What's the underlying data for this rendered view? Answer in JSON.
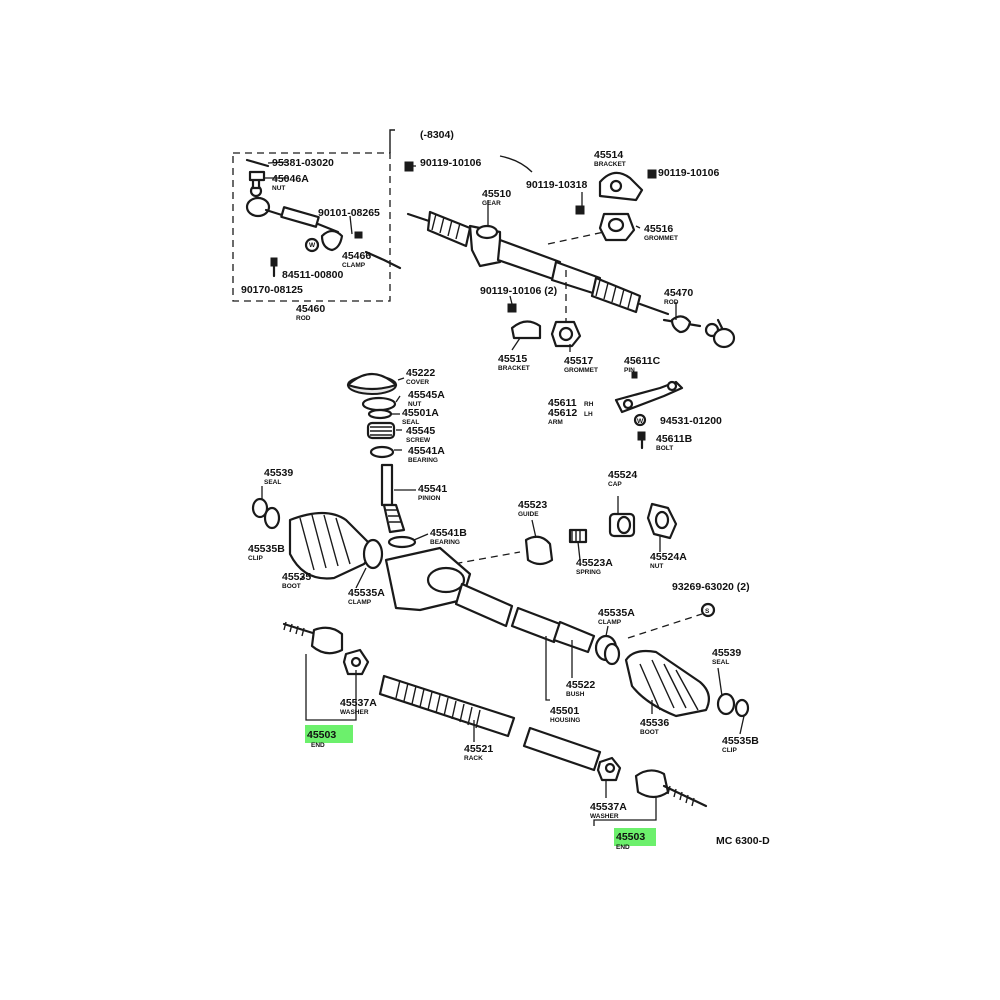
{
  "diagram": {
    "code": "MC 6300-D",
    "section_ref": "(-8304)",
    "highlight_color": "#6cf06c",
    "labels": [
      {
        "id": "l95381",
        "pn": "95381-03020",
        "nm": ""
      },
      {
        "id": "l45046A",
        "pn": "45046A",
        "nm": "NUT"
      },
      {
        "id": "l90101",
        "pn": "90101-08265",
        "nm": ""
      },
      {
        "id": "l45466",
        "pn": "45466",
        "nm": "CLAMP"
      },
      {
        "id": "l84511",
        "pn": "84511-00800",
        "nm": ""
      },
      {
        "id": "l90170",
        "pn": "90170-08125",
        "nm": ""
      },
      {
        "id": "l45460",
        "pn": "45460",
        "nm": "ROD"
      },
      {
        "id": "l90119a",
        "pn": "90119-10106",
        "nm": ""
      },
      {
        "id": "l45510",
        "pn": "45510",
        "nm": "GEAR"
      },
      {
        "id": "l45514",
        "pn": "45514",
        "nm": "BRACKET"
      },
      {
        "id": "l90119b",
        "pn": "90119-10106",
        "nm": ""
      },
      {
        "id": "l90119c",
        "pn": "90119-10318",
        "nm": ""
      },
      {
        "id": "l45516",
        "pn": "45516",
        "nm": "GROMMET"
      },
      {
        "id": "l90119d",
        "pn": "90119-10106 (2)",
        "nm": ""
      },
      {
        "id": "l45470",
        "pn": "45470",
        "nm": "ROD"
      },
      {
        "id": "l45515",
        "pn": "45515",
        "nm": "BRACKET"
      },
      {
        "id": "l45517",
        "pn": "45517",
        "nm": "GROMMET"
      },
      {
        "id": "l45611C",
        "pn": "45611C",
        "nm": "PIN"
      },
      {
        "id": "l45611",
        "pn": "45611",
        "nm": "RH"
      },
      {
        "id": "l45612",
        "pn": "45612",
        "nm": "LH"
      },
      {
        "id": "l45611arm",
        "pn": "",
        "nm": "ARM"
      },
      {
        "id": "l94531",
        "pn": "94531-01200",
        "nm": ""
      },
      {
        "id": "l45611B",
        "pn": "45611B",
        "nm": "BOLT"
      },
      {
        "id": "l45222",
        "pn": "45222",
        "nm": "COVER"
      },
      {
        "id": "l45545A",
        "pn": "45545A",
        "nm": "NUT"
      },
      {
        "id": "l45501A",
        "pn": "45501A",
        "nm": "SEAL"
      },
      {
        "id": "l45545",
        "pn": "45545",
        "nm": "SCREW"
      },
      {
        "id": "l45541A",
        "pn": "45541A",
        "nm": "BEARING"
      },
      {
        "id": "l45541",
        "pn": "45541",
        "nm": "PINION"
      },
      {
        "id": "l45541B",
        "pn": "45541B",
        "nm": "BEARING"
      },
      {
        "id": "l45539a",
        "pn": "45539",
        "nm": "SEAL"
      },
      {
        "id": "l45535B",
        "pn": "45535B",
        "nm": "CLIP"
      },
      {
        "id": "l45535",
        "pn": "45535",
        "nm": "BOOT"
      },
      {
        "id": "l45535A",
        "pn": "45535A",
        "nm": "CLAMP"
      },
      {
        "id": "l45523",
        "pn": "45523",
        "nm": "GUIDE"
      },
      {
        "id": "l45524",
        "pn": "45524",
        "nm": "CAP"
      },
      {
        "id": "l45523A",
        "pn": "45523A",
        "nm": "SPRING"
      },
      {
        "id": "l45524A",
        "pn": "45524A",
        "nm": "NUT"
      },
      {
        "id": "l93269",
        "pn": "93269-63020 (2)",
        "nm": ""
      },
      {
        "id": "l45535Ab",
        "pn": "45535A",
        "nm": "CLAMP"
      },
      {
        "id": "l45539b",
        "pn": "45539",
        "nm": "SEAL"
      },
      {
        "id": "l45522",
        "pn": "45522",
        "nm": "BUSH"
      },
      {
        "id": "l45501",
        "pn": "45501",
        "nm": "HOUSING"
      },
      {
        "id": "l45536",
        "pn": "45536",
        "nm": "BOOT"
      },
      {
        "id": "l45535Bb",
        "pn": "45535B",
        "nm": "CLIP"
      },
      {
        "id": "l45537Aa",
        "pn": "45537A",
        "nm": "WASHER"
      },
      {
        "id": "l45503a",
        "pn": "45503",
        "nm": "END"
      },
      {
        "id": "l45521",
        "pn": "45521",
        "nm": "RACK"
      },
      {
        "id": "l45537Ab",
        "pn": "45537A",
        "nm": "WASHER"
      },
      {
        "id": "l45503b",
        "pn": "45503",
        "nm": "END"
      }
    ]
  }
}
